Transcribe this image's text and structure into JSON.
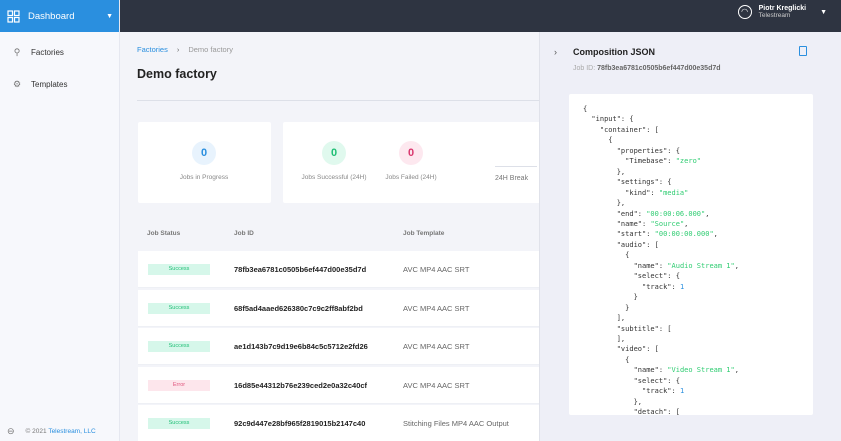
{
  "sidebar": {
    "brand": "Dashboard",
    "items": [
      {
        "label": "Factories",
        "icon": "factory-icon"
      },
      {
        "label": "Templates",
        "icon": "gear-icon"
      }
    ],
    "footer": {
      "copyright": "© 2021",
      "company": "Telestream, LLC"
    }
  },
  "user": {
    "name": "Piotr Kreglicki",
    "org": "Telestream"
  },
  "breadcrumb": {
    "parent": "Factories",
    "current": "Demo factory"
  },
  "page_title": "Demo factory",
  "stats": [
    {
      "value": "0",
      "label": "Jobs in Progress"
    },
    {
      "value": "0",
      "label": "Jobs Successful (24H)"
    },
    {
      "value": "0",
      "label": "Jobs Failed (24H)"
    },
    {
      "label": "24H Break"
    }
  ],
  "table": {
    "headers": [
      "Job Status",
      "Job ID",
      "Job Template"
    ],
    "rows": [
      {
        "status": "Success",
        "id": "78fb3ea6781c0505b6ef447d00e35d7d",
        "template": "AVC MP4 AAC SRT"
      },
      {
        "status": "Success",
        "id": "68f5ad4aaed626380c7c9c2ff8abf2bd",
        "template": "AVC MP4 AAC SRT"
      },
      {
        "status": "Success",
        "id": "ae1d143b7c9d19e6b84c5c5712e2fd26",
        "template": "AVC MP4 AAC SRT"
      },
      {
        "status": "Error",
        "id": "16d85e44312b76e239ced2e0a32c40cf",
        "template": "AVC MP4 AAC SRT"
      },
      {
        "status": "Success",
        "id": "92c9d447e28bf965f2819015b2147c40",
        "template": "Stitching Files MP4 AAC Output"
      }
    ]
  },
  "panel": {
    "title": "Composition JSON",
    "job_id_label": "Job ID:",
    "job_id": "78fb3ea6781c0505b6ef447d00e35d7d",
    "code_lines": [
      [
        [
          "",
          "{"
        ]
      ],
      [
        [
          "",
          "  \"input\": {"
        ]
      ],
      [
        [
          "",
          "    \"container\": ["
        ]
      ],
      [
        [
          "",
          "      {"
        ]
      ],
      [
        [
          "",
          "        \"properties\": {"
        ]
      ],
      [
        [
          "",
          "          \"Timebase\": "
        ],
        [
          "s",
          "\"zero\""
        ]
      ],
      [
        [
          "",
          "        },"
        ]
      ],
      [
        [
          "",
          "        \"settings\": {"
        ]
      ],
      [
        [
          "",
          "          \"kind\": "
        ],
        [
          "s",
          "\"media\""
        ]
      ],
      [
        [
          "",
          "        },"
        ]
      ],
      [
        [
          "",
          "        \"end\": "
        ],
        [
          "s",
          "\"00:00:06.000\""
        ],
        [
          "",
          ","
        ]
      ],
      [
        [
          "",
          "        \"name\": "
        ],
        [
          "s",
          "\"Source\""
        ],
        [
          "",
          ","
        ]
      ],
      [
        [
          "",
          "        \"start\": "
        ],
        [
          "s",
          "\"00:00:00.000\""
        ],
        [
          "",
          ","
        ]
      ],
      [
        [
          "",
          "        \"audio\": ["
        ]
      ],
      [
        [
          "",
          "          {"
        ]
      ],
      [
        [
          "",
          "            \"name\": "
        ],
        [
          "s",
          "\"Audio Stream 1\""
        ],
        [
          "",
          ","
        ]
      ],
      [
        [
          "",
          "            \"select\": {"
        ]
      ],
      [
        [
          "",
          "              \"track\": "
        ],
        [
          "n",
          "1"
        ]
      ],
      [
        [
          "",
          "            }"
        ]
      ],
      [
        [
          "",
          "          }"
        ]
      ],
      [
        [
          "",
          "        ],"
        ]
      ],
      [
        [
          "",
          "        \"subtitle\": ["
        ]
      ],
      [
        [
          "",
          "        ],"
        ]
      ],
      [
        [
          "",
          "        \"video\": ["
        ]
      ],
      [
        [
          "",
          "          {"
        ]
      ],
      [
        [
          "",
          "            \"name\": "
        ],
        [
          "s",
          "\"Video Stream 1\""
        ],
        [
          "",
          ","
        ]
      ],
      [
        [
          "",
          "            \"select\": {"
        ]
      ],
      [
        [
          "",
          "              \"track\": "
        ],
        [
          "n",
          "1"
        ]
      ],
      [
        [
          "",
          "            },"
        ]
      ],
      [
        [
          "",
          "            \"detach\": ["
        ]
      ]
    ]
  }
}
